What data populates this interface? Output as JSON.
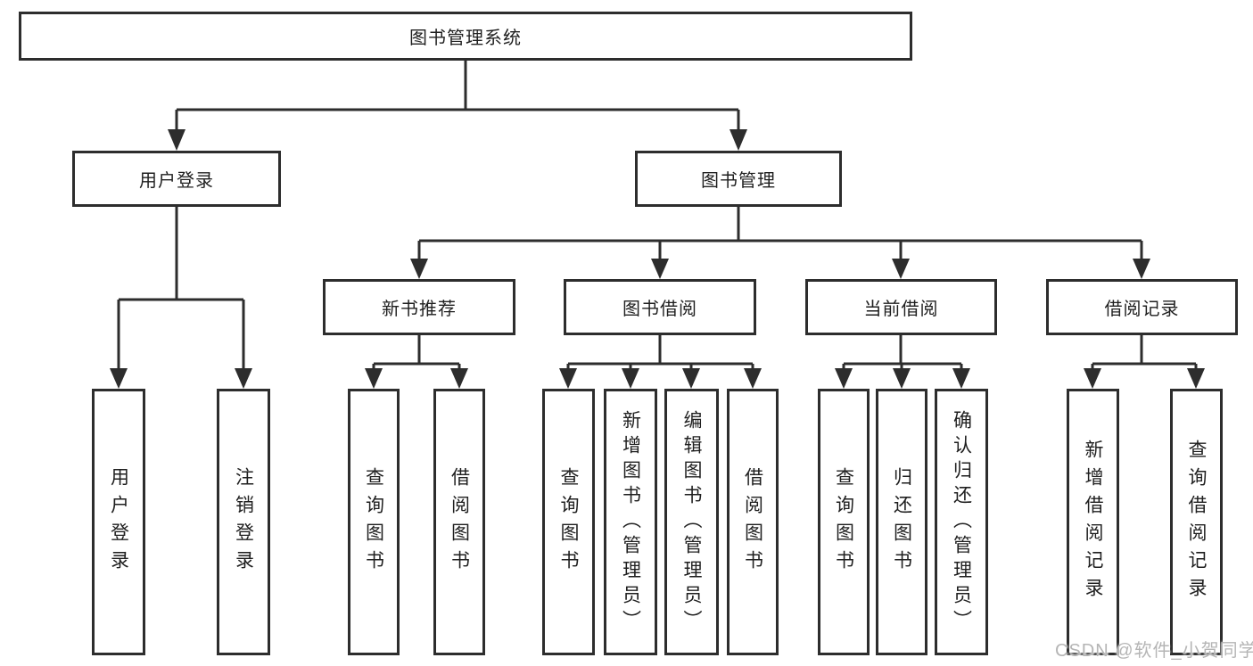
{
  "style": {
    "background_color": "#ffffff",
    "line_color": "#2d2d2d",
    "box_border_color": "#2d2d2d",
    "text_color": "#1f1f1f",
    "watermark_color": "#b5b5b5"
  },
  "watermark": {
    "text": "CSDN @软件_小贺同学"
  },
  "diagram": {
    "type": "hierarchy-tree",
    "nodes": {
      "root": {
        "label": "图书管理系统",
        "children": [
          "user-login",
          "book-management"
        ]
      },
      "user-login": {
        "label": "用户登录",
        "children": [
          "leaf-user-login",
          "leaf-logout"
        ]
      },
      "book-management": {
        "label": "图书管理",
        "children": [
          "new-book-rec",
          "book-borrow",
          "current-borrow",
          "borrow-records"
        ]
      },
      "new-book-rec": {
        "label": "新书推荐",
        "children": [
          "leaf-rec-query-books",
          "leaf-rec-borrow-books"
        ]
      },
      "book-borrow": {
        "label": "图书借阅",
        "children": [
          "leaf-bb-query-books",
          "leaf-bb-add-books",
          "leaf-bb-edit-books",
          "leaf-bb-borrow-books"
        ]
      },
      "current-borrow": {
        "label": "当前借阅",
        "children": [
          "leaf-cb-query-books",
          "leaf-cb-return-books",
          "leaf-cb-confirm-return"
        ]
      },
      "borrow-records": {
        "label": "借阅记录",
        "children": [
          "leaf-br-add-record",
          "leaf-br-query-record"
        ]
      },
      "leaf-user-login": {
        "label": "用户登录"
      },
      "leaf-logout": {
        "label": "注销登录"
      },
      "leaf-rec-query-books": {
        "label": "查询图书"
      },
      "leaf-rec-borrow-books": {
        "label": "借阅图书"
      },
      "leaf-bb-query-books": {
        "label": "查询图书"
      },
      "leaf-bb-add-books": {
        "label": "新增图书（管理员）"
      },
      "leaf-bb-edit-books": {
        "label": "编辑图书（管理员）"
      },
      "leaf-bb-borrow-books": {
        "label": "借阅图书"
      },
      "leaf-cb-query-books": {
        "label": "查询图书"
      },
      "leaf-cb-return-books": {
        "label": "归还图书"
      },
      "leaf-cb-confirm-return": {
        "label": "确认归还（管理员）"
      },
      "leaf-br-add-record": {
        "label": "新增借阅记录"
      },
      "leaf-br-query-record": {
        "label": "查询借阅记录"
      }
    }
  }
}
